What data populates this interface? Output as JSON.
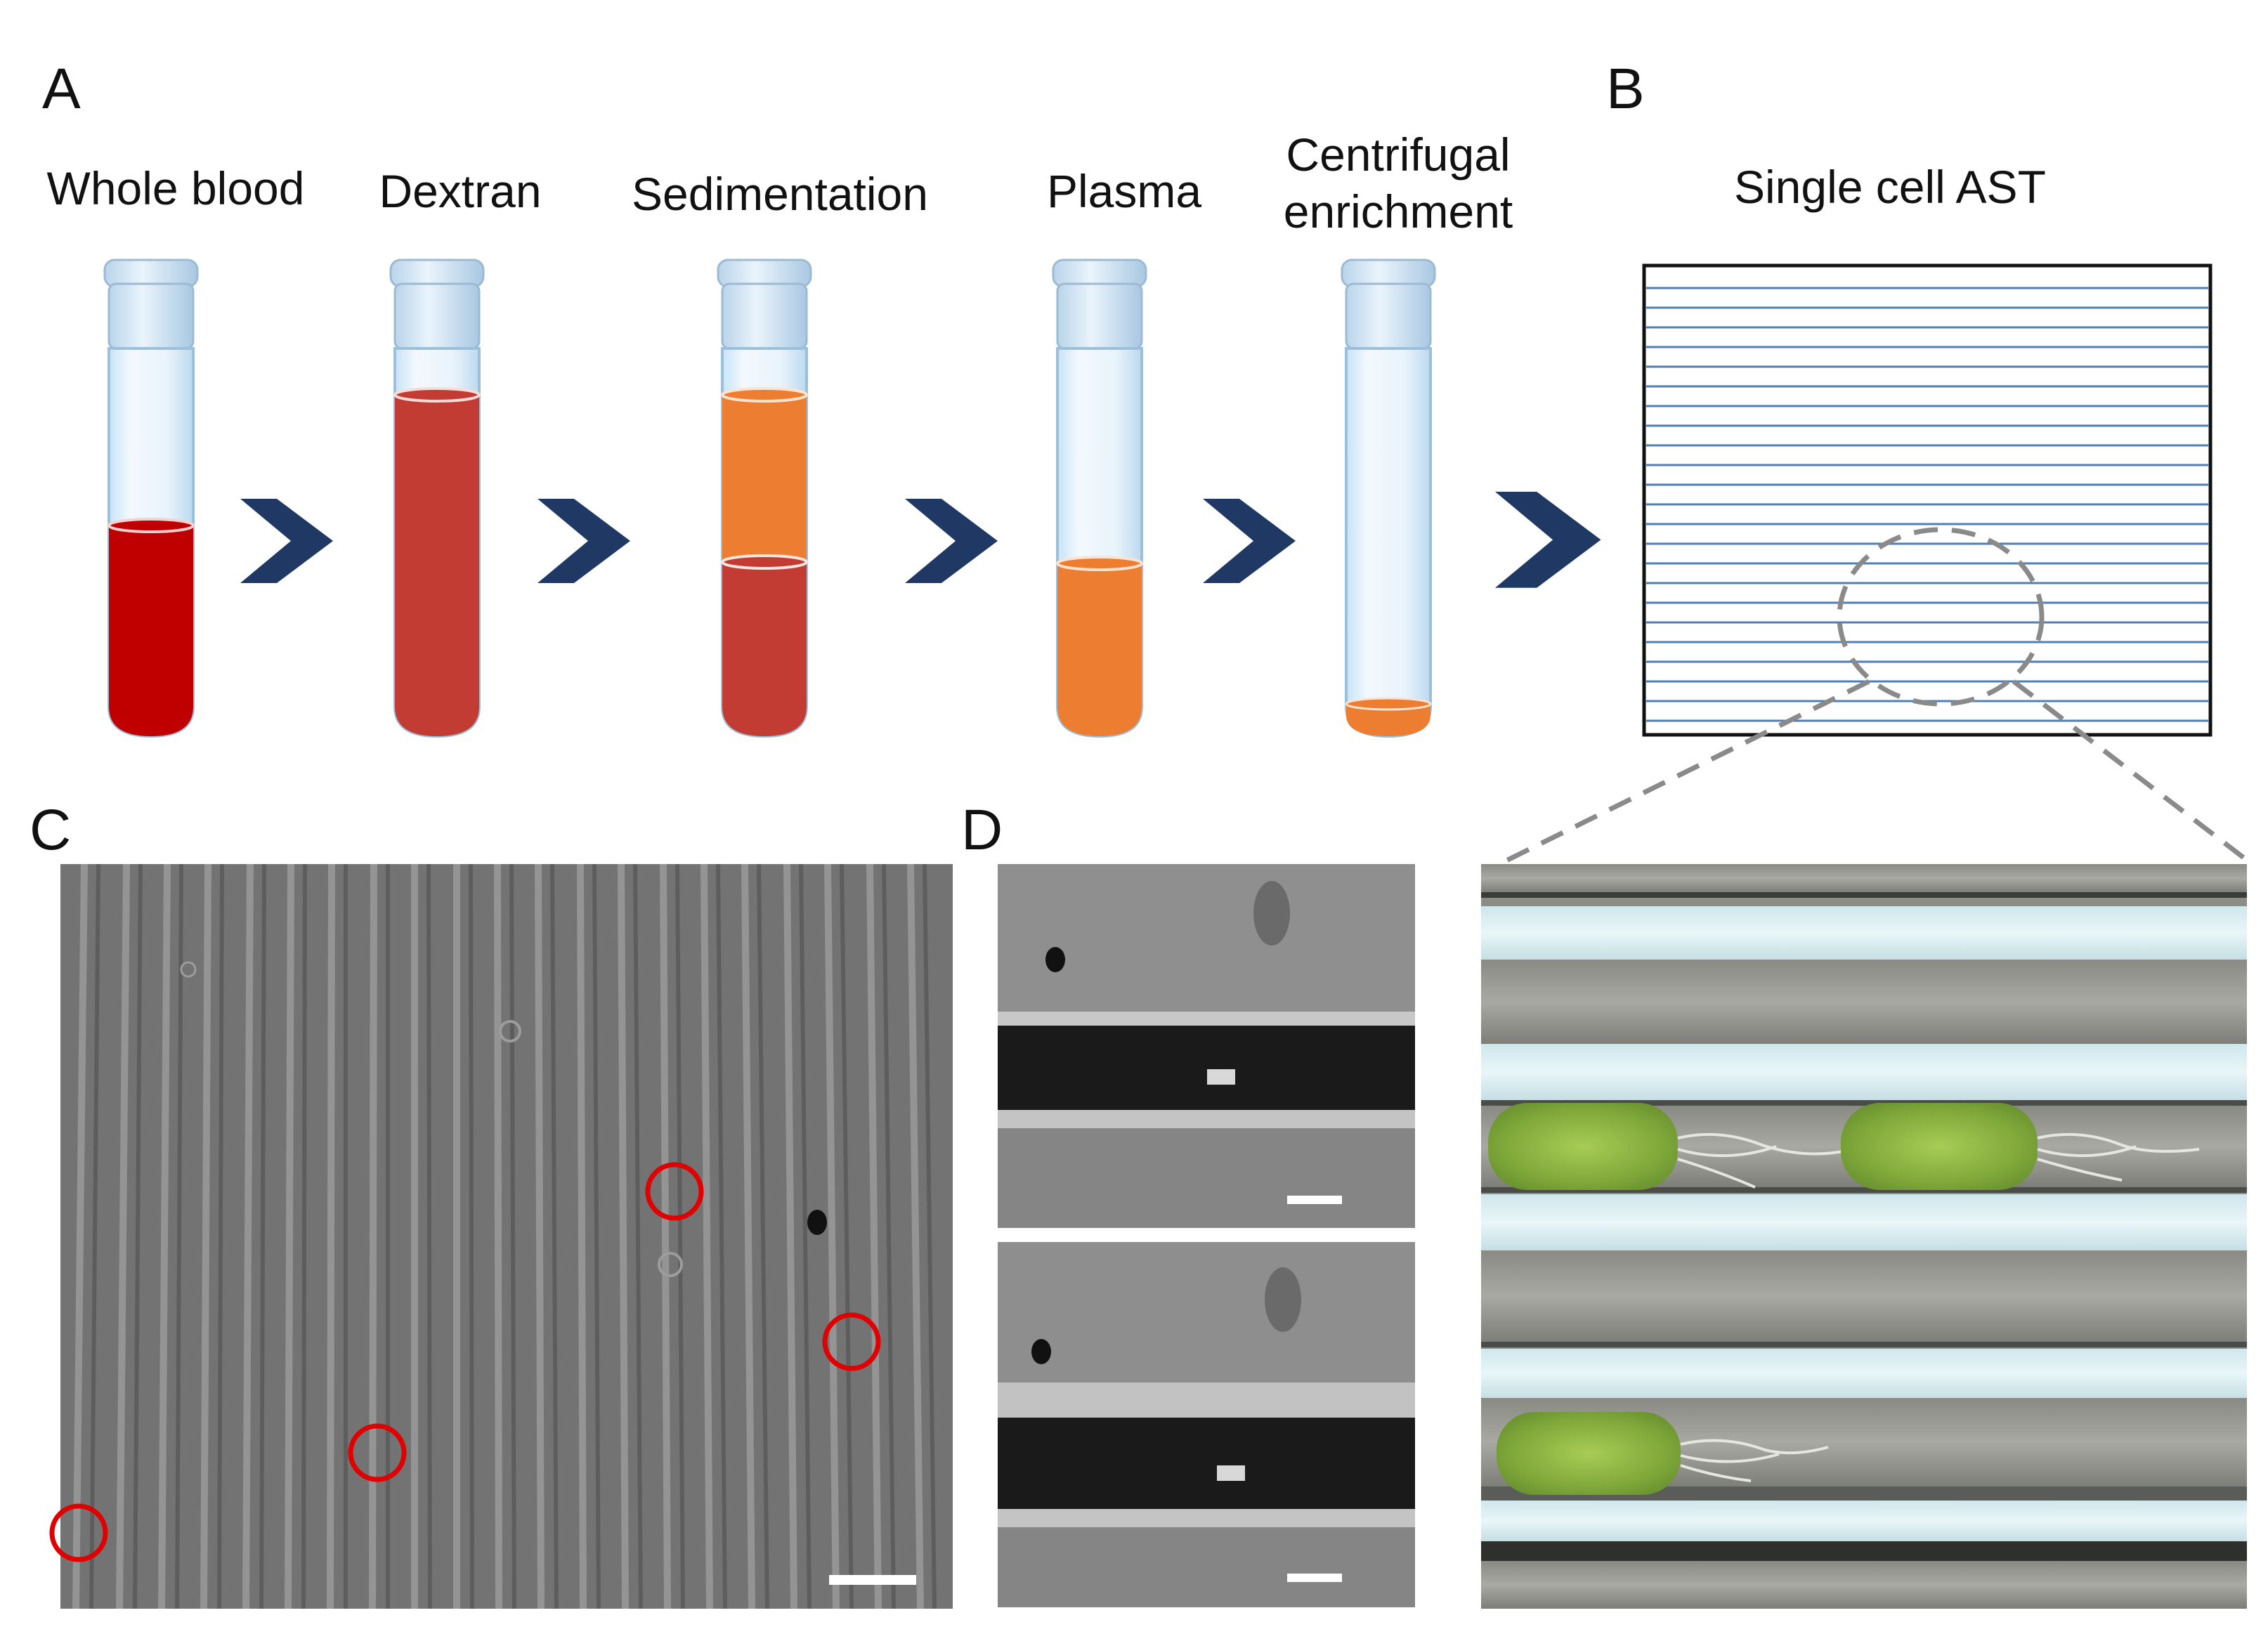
{
  "panels": {
    "a": "A",
    "b": "B",
    "c": "C",
    "d": "D"
  },
  "workflow": {
    "steps": [
      {
        "label": "Whole blood"
      },
      {
        "label": "Dextran"
      },
      {
        "label": "Sedimentation"
      },
      {
        "label": "Plasma"
      },
      {
        "label": "Centrifugal\nenrichment"
      }
    ]
  },
  "panel_b": {
    "title": "Single cell AST"
  },
  "colors": {
    "whole_blood": "#c00000",
    "dextran_mix": "#c33c33",
    "plasma": "#ed7d31",
    "arrow": "#1f3864",
    "channel_line": "#5b86b8",
    "marker_circle": "#e00000"
  },
  "icons": [
    "chevron-right-icon",
    "test-tube-icon",
    "dashed-magnifier-circle"
  ]
}
